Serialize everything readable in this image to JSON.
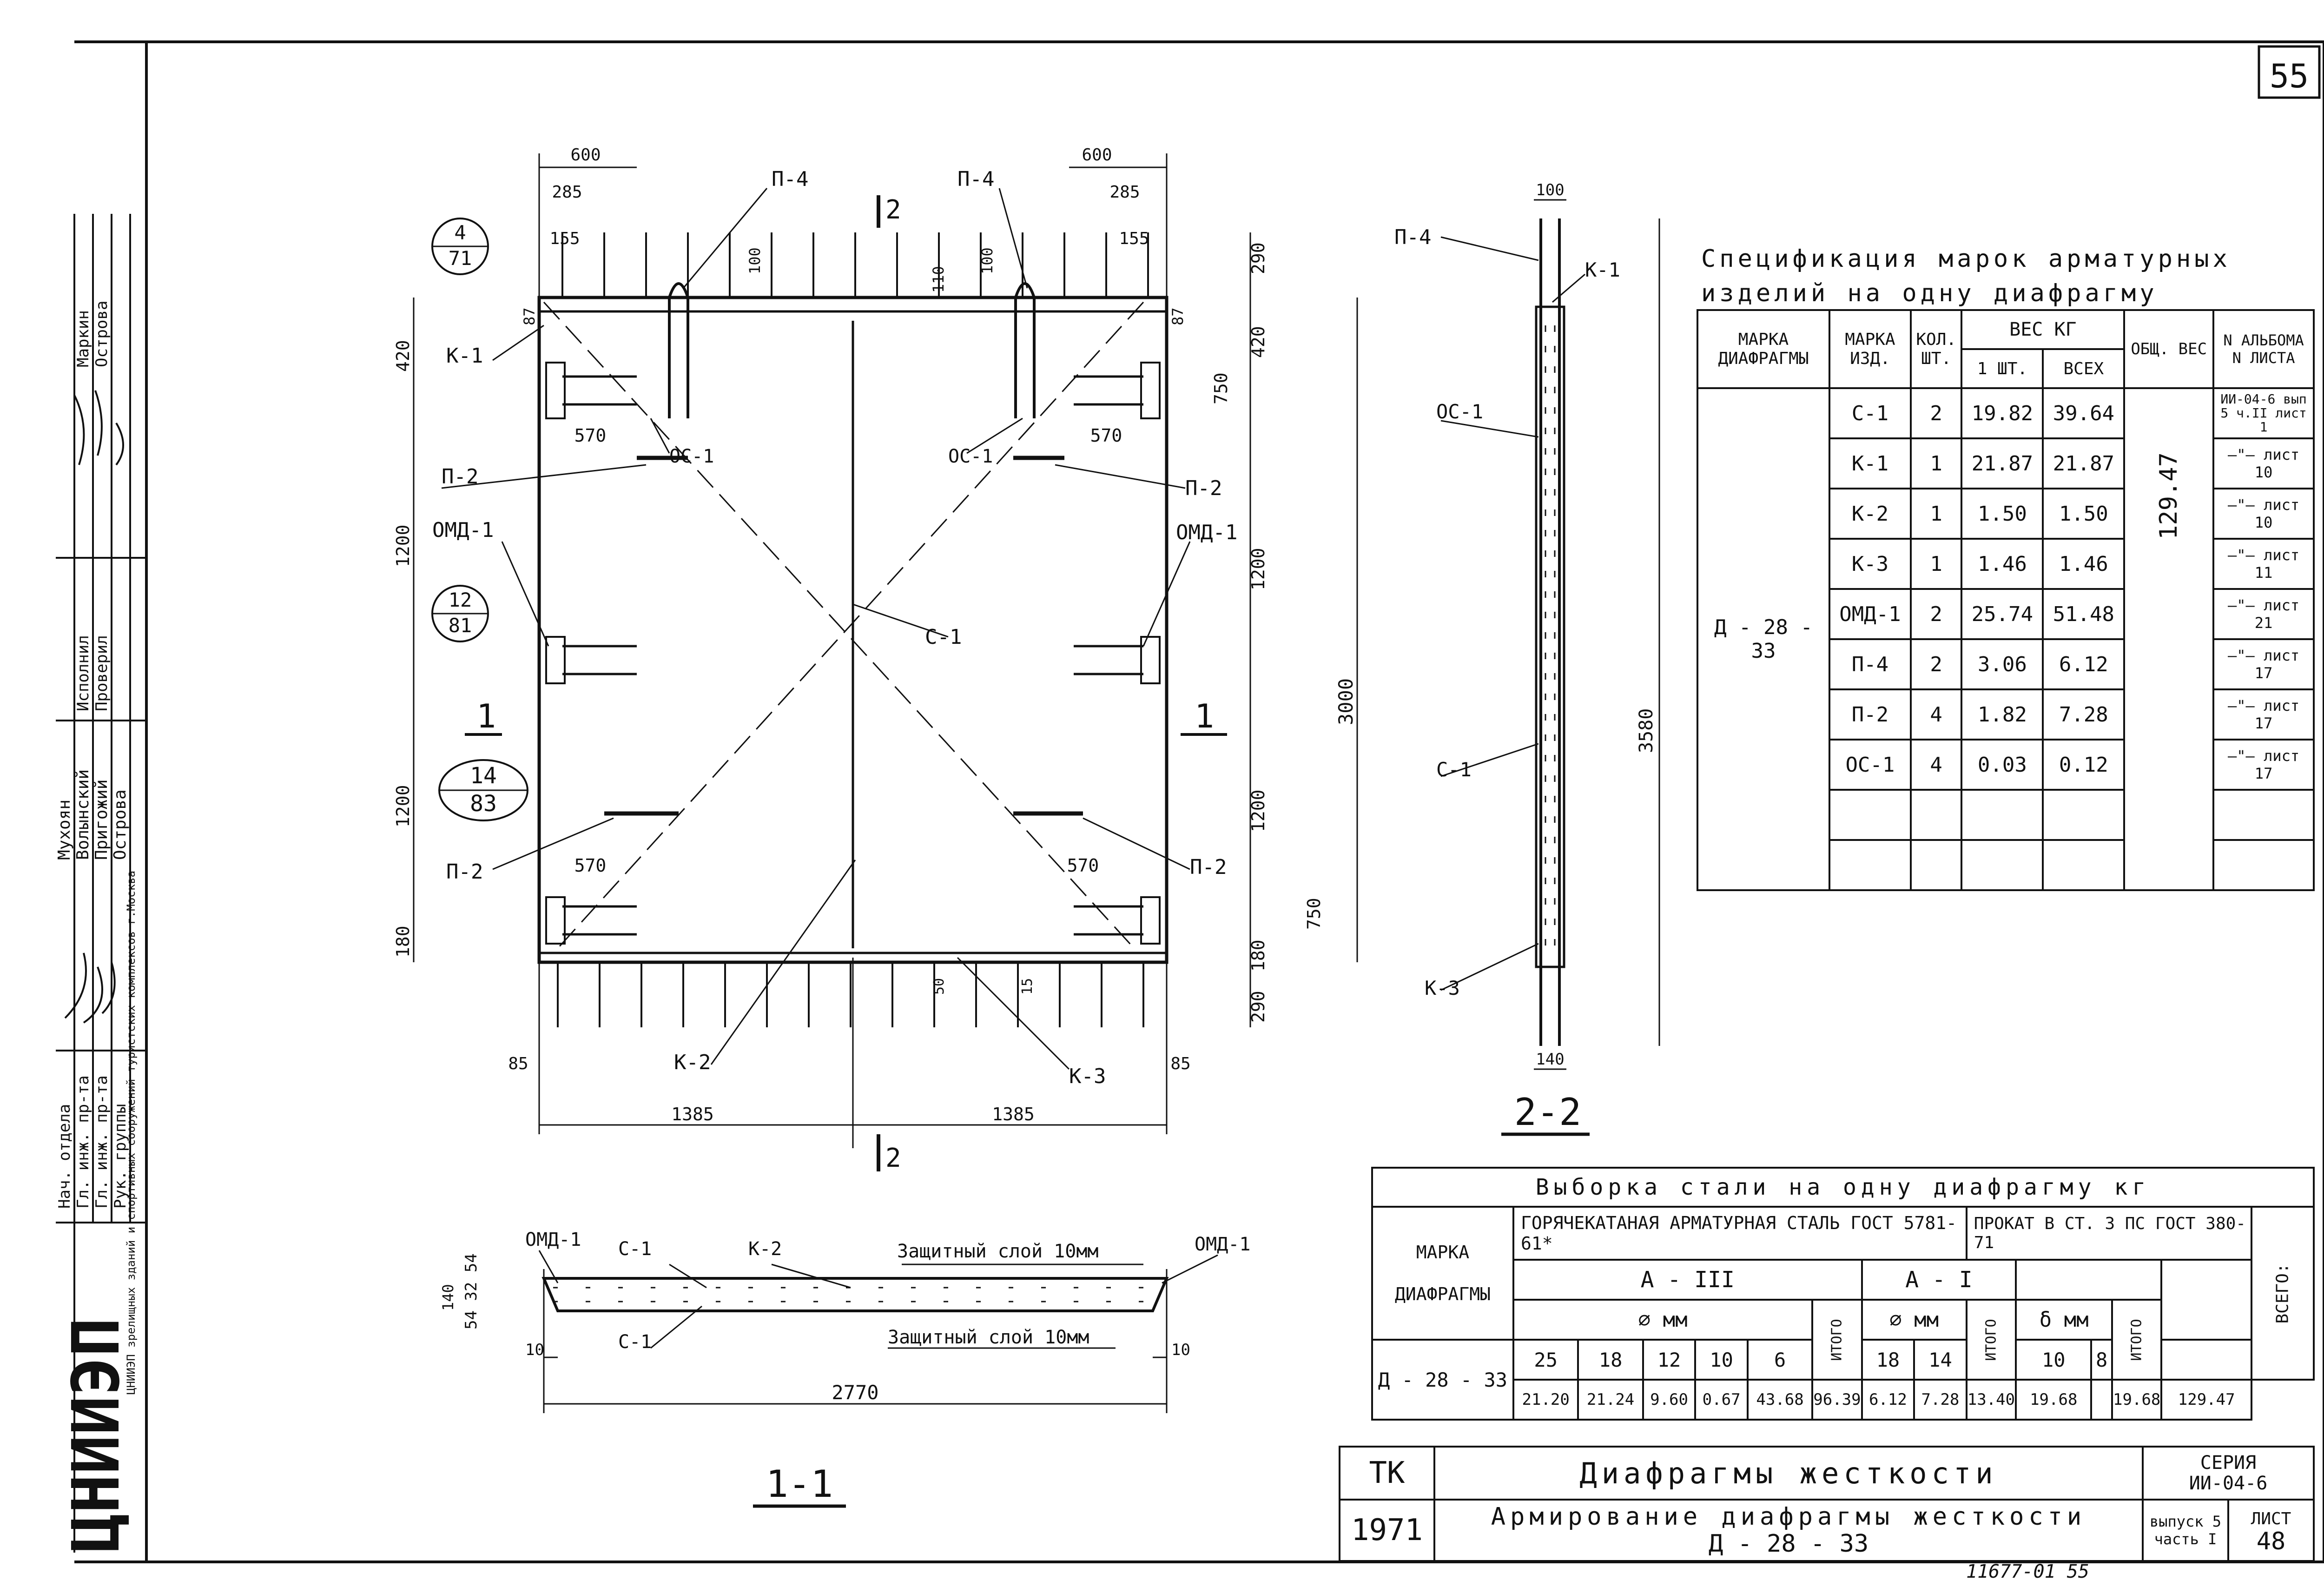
{
  "page_number": "55",
  "sheet_title_block": {
    "series_code": "ТК",
    "year": "1971",
    "title_main": "Диафрагмы жесткости",
    "title_sub": "Армирование диафрагмы жесткости",
    "title_mark": "Д - 28 - 33",
    "series_label": "СЕРИЯ",
    "series_value": "ИИ-04-6",
    "issue_label": "выпуск 5 часть I",
    "sheet_label": "ЛИСТ",
    "sheet_value": "48",
    "archive_number": "11677-01 55"
  },
  "stamp": {
    "org_logo_text": "ЦНИИЭП",
    "org_name": "ЦНИИЭП зрелищных зданий и спортивных сооружений туристских комплексов г.Москва",
    "roles": [
      "Нач. отдела",
      "Гл. инж. пр-та",
      "Гл. инж. пр-та",
      "Рук. группы",
      "Исполнил",
      "Проверил"
    ],
    "names": [
      "Мухоян",
      "Волынский",
      "Пригожий",
      "Острова",
      "Маркин",
      "Острова"
    ]
  },
  "section_titles": {
    "section_2": "2-2",
    "section_1": "1-1",
    "cut_1": "1",
    "cut_2": "2"
  },
  "elevation_labels": {
    "markers": [
      "П-4",
      "П-4",
      "К-1",
      "ОС-1",
      "ОС-1",
      "П-2",
      "П-2",
      "ОМД-1",
      "ОМД-1",
      "С-1",
      "П-2",
      "П-2",
      "К-2",
      "К-3"
    ],
    "callouts": [
      {
        "top": "4",
        "bottom": "71"
      },
      {
        "top": "12",
        "bottom": "81"
      },
      {
        "top": "14",
        "bottom": "83"
      }
    ],
    "dims_top": [
      "600",
      "285",
      "155",
      "600",
      "285",
      "155",
      "100",
      "110",
      "100",
      "87",
      "87"
    ],
    "dims_left": [
      "420",
      "1200",
      "1200",
      "180"
    ],
    "dims_right": [
      "290",
      "420",
      "750",
      "1200",
      "3000",
      "1200",
      "750",
      "180",
      "290"
    ],
    "dims_bottom": [
      "85",
      "1385",
      "1385",
      "85",
      "50",
      "15"
    ],
    "dims_inner": [
      "570",
      "570",
      "570",
      "570"
    ]
  },
  "section22_labels": {
    "markers": [
      "П-4",
      "К-1",
      "ОС-1",
      "С-1",
      "К-3"
    ],
    "dims": [
      "100",
      "3580",
      "140"
    ]
  },
  "section11_labels": {
    "markers": [
      "ОМД-1",
      "С-1",
      "К-2",
      "ОМД-1",
      "С-1"
    ],
    "notes": [
      "Защитный слой 10мм",
      "Защитный слой 10мм"
    ],
    "dims": [
      "54 32 54",
      "140",
      "10",
      "10",
      "2770"
    ]
  },
  "spec_table": {
    "title": "Спецификация марок арматурных изделий на одну диафрагму",
    "headers": [
      "МАРКА ДИАФРАГМЫ",
      "МАРКА ИЗД.",
      "КОЛ. ШТ.",
      "ВЕС КГ",
      "1 ШТ.",
      "ВСЕХ",
      "ОБЩ. ВЕС",
      "N АЛЬБОМА N ЛИСТА"
    ],
    "diaphragm": "Д - 28 - 33",
    "total_weight": "129.47",
    "rows": [
      {
        "mark": "С-1",
        "qty": "2",
        "w1": "19.82",
        "wall": "39.64",
        "album": "ИИ-04-6 вып 5 ч.II лист 1"
      },
      {
        "mark": "К-1",
        "qty": "1",
        "w1": "21.87",
        "wall": "21.87",
        "album": "—\"— лист 10"
      },
      {
        "mark": "К-2",
        "qty": "1",
        "w1": "1.50",
        "wall": "1.50",
        "album": "—\"— лист 10"
      },
      {
        "mark": "К-3",
        "qty": "1",
        "w1": "1.46",
        "wall": "1.46",
        "album": "—\"— лист 11"
      },
      {
        "mark": "ОМД-1",
        "qty": "2",
        "w1": "25.74",
        "wall": "51.48",
        "album": "—\"— лист 21"
      },
      {
        "mark": "П-4",
        "qty": "2",
        "w1": "3.06",
        "wall": "6.12",
        "album": "—\"— лист 17"
      },
      {
        "mark": "П-2",
        "qty": "4",
        "w1": "1.82",
        "wall": "7.28",
        "album": "—\"— лист 17"
      },
      {
        "mark": "ОС-1",
        "qty": "4",
        "w1": "0.03",
        "wall": "0.12",
        "album": "—\"— лист 17"
      }
    ]
  },
  "steel_table": {
    "title": "Выборка стали на одну диафрагму кг",
    "col_mark": "МАРКА ДИАФРАГМЫ",
    "group_hot": "ГОРЯЧЕКАТАНАЯ АРМАТУРНАЯ СТАЛЬ ГОСТ 5781-61*",
    "group_rolled": "ПРОКАТ В СТ. 3 ПС ГОСТ 380-71",
    "class_a3": "А - III",
    "class_a1": "А - I",
    "diam_label": "⌀ мм",
    "thick_label": "δ мм",
    "total_label": "ИТОГО",
    "grand_label": "ВСЕГО:",
    "a3_diams": [
      "25",
      "18",
      "12",
      "10",
      "6"
    ],
    "a1_diams": [
      "18",
      "14"
    ],
    "plate_thk": [
      "10",
      "8"
    ],
    "row_mark": "Д - 28 - 33",
    "a3_values": [
      "21.20",
      "21.24",
      "9.60",
      "0.67",
      "43.68"
    ],
    "a3_total": "96.39",
    "a1_values": [
      "6.12",
      "7.28"
    ],
    "a1_total": "13.40",
    "plate_values": [
      "19.68",
      ""
    ],
    "plate_total": "19.68",
    "grand_total": "129.47"
  }
}
